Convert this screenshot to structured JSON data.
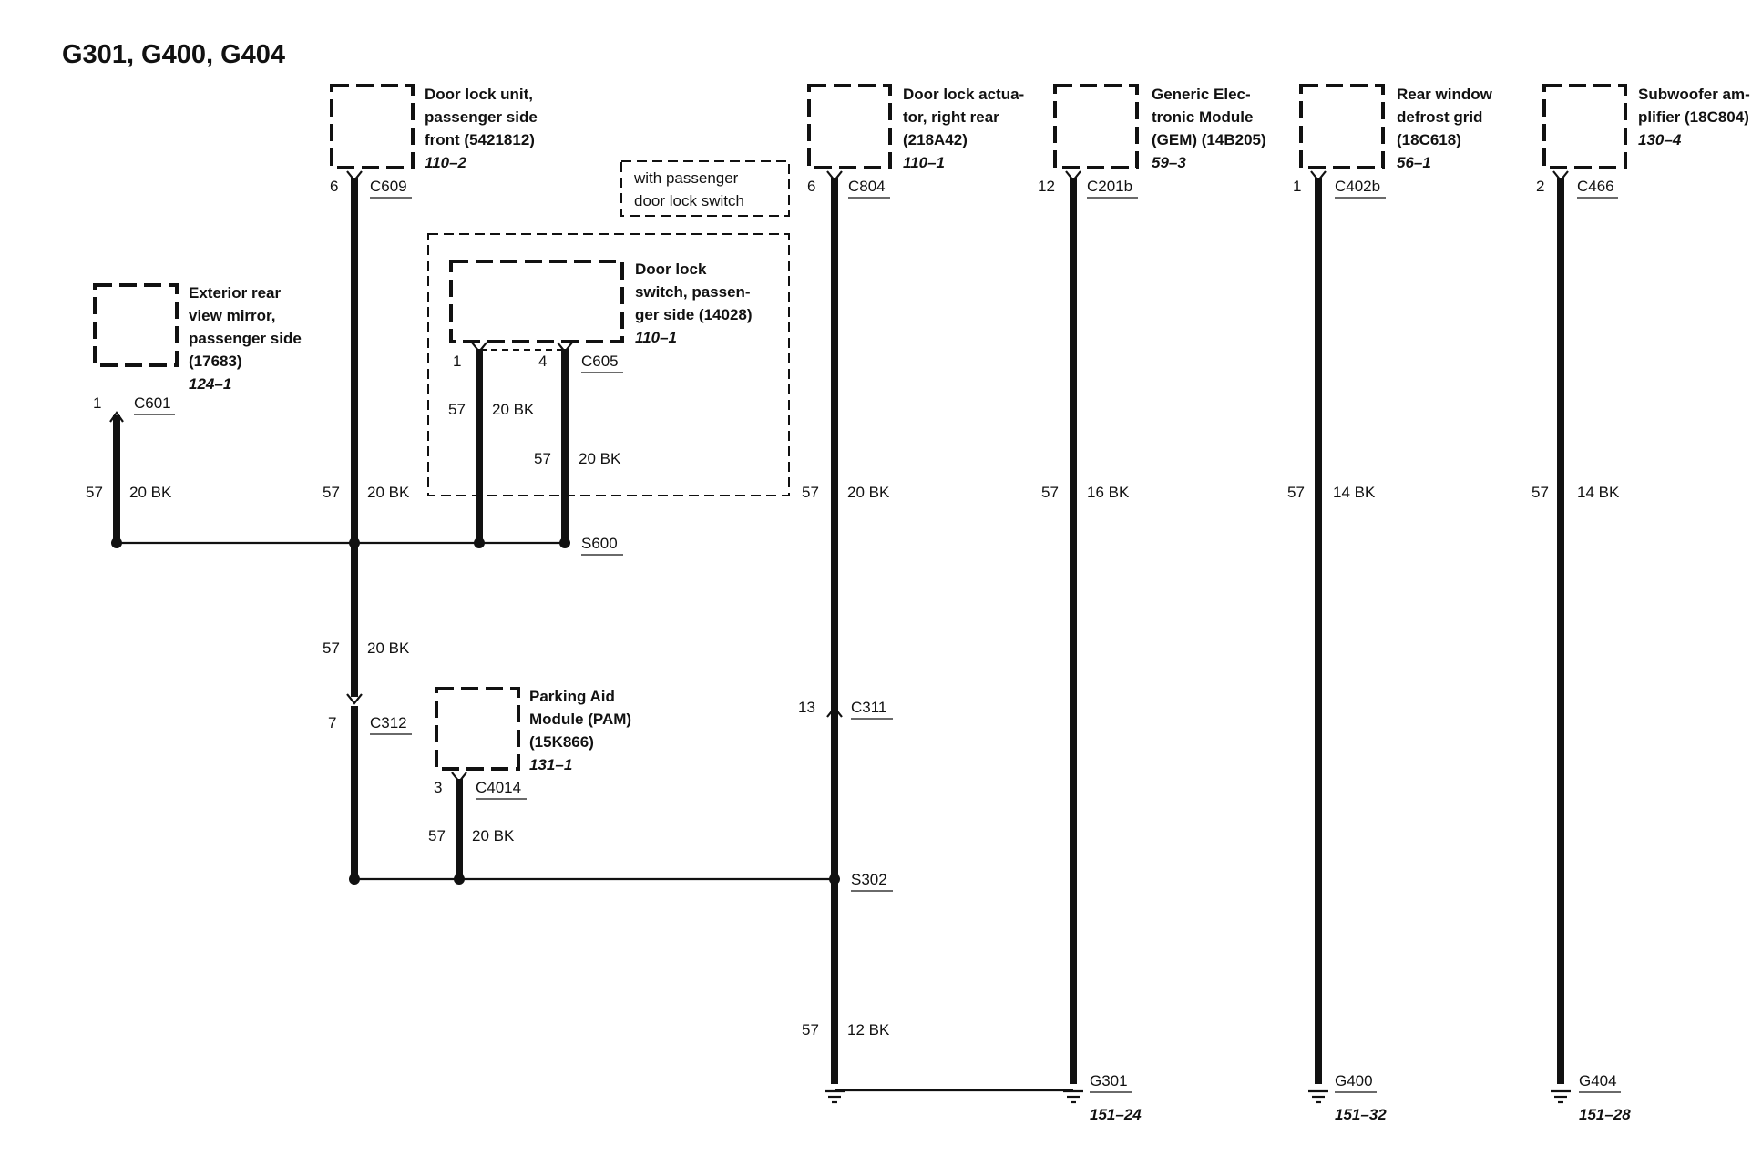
{
  "title": "G301, G400, G404",
  "optional_note": [
    "with passenger",
    "door lock switch"
  ],
  "components": {
    "mirror": {
      "lines": [
        "Exterior rear",
        "view mirror,",
        "passenger side",
        "(17683)"
      ],
      "ref": "124–1",
      "pin": "1",
      "connector": "C601",
      "circuit": "57",
      "wire": "20 BK"
    },
    "door_lock_unit": {
      "lines": [
        "Door lock unit,",
        "passenger side",
        "front (5421812)"
      ],
      "ref": "110–2",
      "pin": "6",
      "connector": "C609",
      "circuit": "57",
      "wire": "20 BK"
    },
    "lock_switch": {
      "lines": [
        "Door lock",
        "switch, passen-",
        "ger side (14028)"
      ],
      "ref": "110–1",
      "pin_a": "1",
      "pin_b": "4",
      "connector": "C605",
      "circuit_a": "57",
      "wire_a": "20 BK",
      "circuit_b": "57",
      "wire_b": "20 BK"
    },
    "actuator": {
      "lines": [
        "Door lock actua-",
        "tor, right rear",
        "(218A42)"
      ],
      "ref": "110–1",
      "pin": "6",
      "connector": "C804",
      "circuit": "57",
      "wire": "20 BK"
    },
    "gem": {
      "lines": [
        "Generic Elec-",
        "tronic Module",
        "(GEM) (14B205)"
      ],
      "ref": "59–3",
      "pin": "12",
      "connector": "C201b",
      "circuit": "57",
      "wire": "16 BK"
    },
    "defrost": {
      "lines": [
        "Rear window",
        "defrost grid",
        "(18C618)"
      ],
      "ref": "56–1",
      "pin": "1",
      "connector": "C402b",
      "circuit": "57",
      "wire": "14 BK"
    },
    "subwoofer": {
      "lines": [
        "Subwoofer am-",
        "plifier (18C804)"
      ],
      "ref": "130–4",
      "pin": "2",
      "connector": "C466",
      "circuit": "57",
      "wire": "14 BK"
    },
    "pam": {
      "lines": [
        "Parking Aid",
        "Module (PAM)",
        "(15K866)"
      ],
      "ref": "131–1",
      "pin": "3",
      "connector": "C4014",
      "circuit": "57",
      "wire": "20 BK"
    }
  },
  "splices": {
    "s600": "S600",
    "s302": "S302"
  },
  "inline": {
    "c312": {
      "pin": "7",
      "connector": "C312"
    },
    "c311": {
      "pin": "13",
      "connector": "C311"
    },
    "lower_left": {
      "circuit": "57",
      "wire": "20 BK"
    },
    "lower_mid": {
      "circuit": "57",
      "wire": "12 BK"
    }
  },
  "grounds": {
    "g301": {
      "label": "G301",
      "ref": "151–24"
    },
    "g400": {
      "label": "G400",
      "ref": "151–32"
    },
    "g404": {
      "label": "G404",
      "ref": "151–28"
    }
  }
}
